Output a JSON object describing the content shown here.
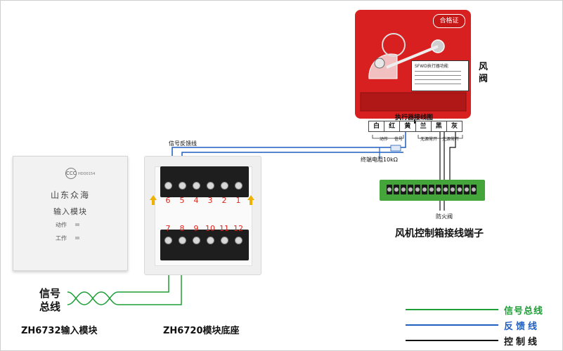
{
  "input_module": {
    "logo": "CCC",
    "model_small": "HDO0154",
    "brand": "山东众海",
    "title": "输入模块",
    "action_label": "动作",
    "work_label": "工作",
    "caption": "ZH6732输入模块"
  },
  "base": {
    "top_terminals": [
      "6",
      "5",
      "4",
      "3",
      "2",
      "1"
    ],
    "bottom_terminals": [
      "7",
      "8",
      "9",
      "10",
      "11",
      "12"
    ],
    "caption": "ZH6720模块底座",
    "signal_feedback_label": "信号反馈线"
  },
  "damper": {
    "stamp": "合格证",
    "plate_title": "SFWD执行器功能",
    "label_line1": "风",
    "label_line2": "阀"
  },
  "wiring": {
    "title": "执行器接线图",
    "colors": [
      "白",
      "红",
      "黄",
      "兰",
      "黑",
      "灰"
    ],
    "sub_action": "动作",
    "sub_signal": "信号",
    "sub_power1": "无源常开",
    "sub_power2": "无源常开",
    "resistor_label": "终端电阻10kΩ"
  },
  "fan": {
    "fire_valve_label": "防火阀",
    "caption": "风机控制箱接线端子"
  },
  "bus": {
    "label_line1": "信号",
    "label_line2": "总线"
  },
  "legend": [
    {
      "label": "信号总线",
      "color": "#1e9e36"
    },
    {
      "label": "反馈线",
      "color": "#1f5fbf"
    },
    {
      "label": "控制线",
      "color": "#111111"
    }
  ]
}
